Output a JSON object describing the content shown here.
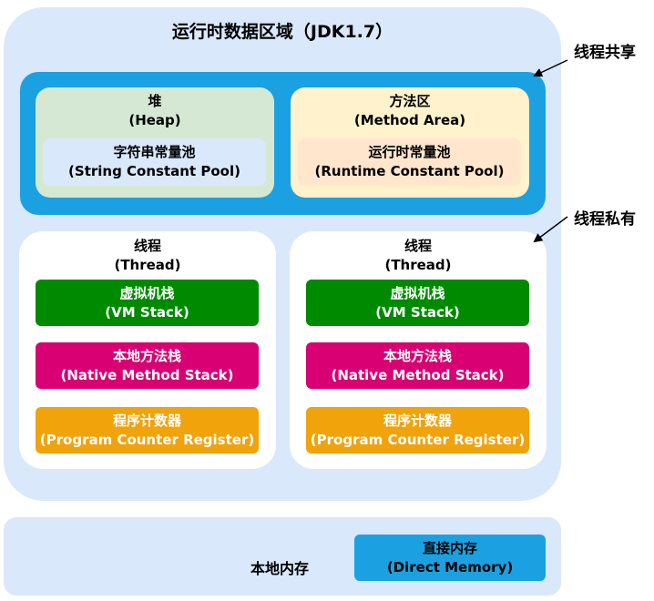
{
  "runtime_area": {
    "title": "运行时数据区域（JDK1.7）"
  },
  "shared": {
    "label": "线程共享",
    "heap": {
      "title": "堆",
      "subtitle": "(Heap)"
    },
    "string_pool": {
      "title": "字符串常量池",
      "subtitle": "(String Constant Pool)"
    },
    "method_area": {
      "title": "方法区",
      "subtitle": "(Method Area)"
    },
    "runtime_pool": {
      "title": "运行时常量池",
      "subtitle": "(Runtime Constant Pool)"
    }
  },
  "private": {
    "label": "线程私有",
    "threads": [
      {
        "title": "线程",
        "subtitle": "(Thread)",
        "vm_stack": {
          "title": "虚拟机栈",
          "subtitle": "(VM Stack)"
        },
        "native_stack": {
          "title": "本地方法栈",
          "subtitle": "(Native Method Stack)"
        },
        "pc_register": {
          "title": "程序计数器",
          "subtitle": "(Program Counter Register)"
        }
      },
      {
        "title": "线程",
        "subtitle": "(Thread)",
        "vm_stack": {
          "title": "虚拟机栈",
          "subtitle": "(VM Stack)"
        },
        "native_stack": {
          "title": "本地方法栈",
          "subtitle": "(Native Method Stack)"
        },
        "pc_register": {
          "title": "程序计数器",
          "subtitle": "(Program Counter Register)"
        }
      }
    ]
  },
  "native_memory": {
    "label": "本地内存",
    "direct_memory": {
      "title": "直接内存",
      "subtitle": "(Direct Memory)"
    }
  },
  "colors": {
    "runtime_bg": "#dae8fc",
    "shared_bg": "#1ba1e2",
    "heap_bg": "#d5e8d4",
    "method_bg": "#fff2cc",
    "runtime_pool_bg": "#ffe6cc",
    "vm_stack": "#008a00",
    "native_stack": "#d80073",
    "pc_register": "#f0a30a"
  }
}
